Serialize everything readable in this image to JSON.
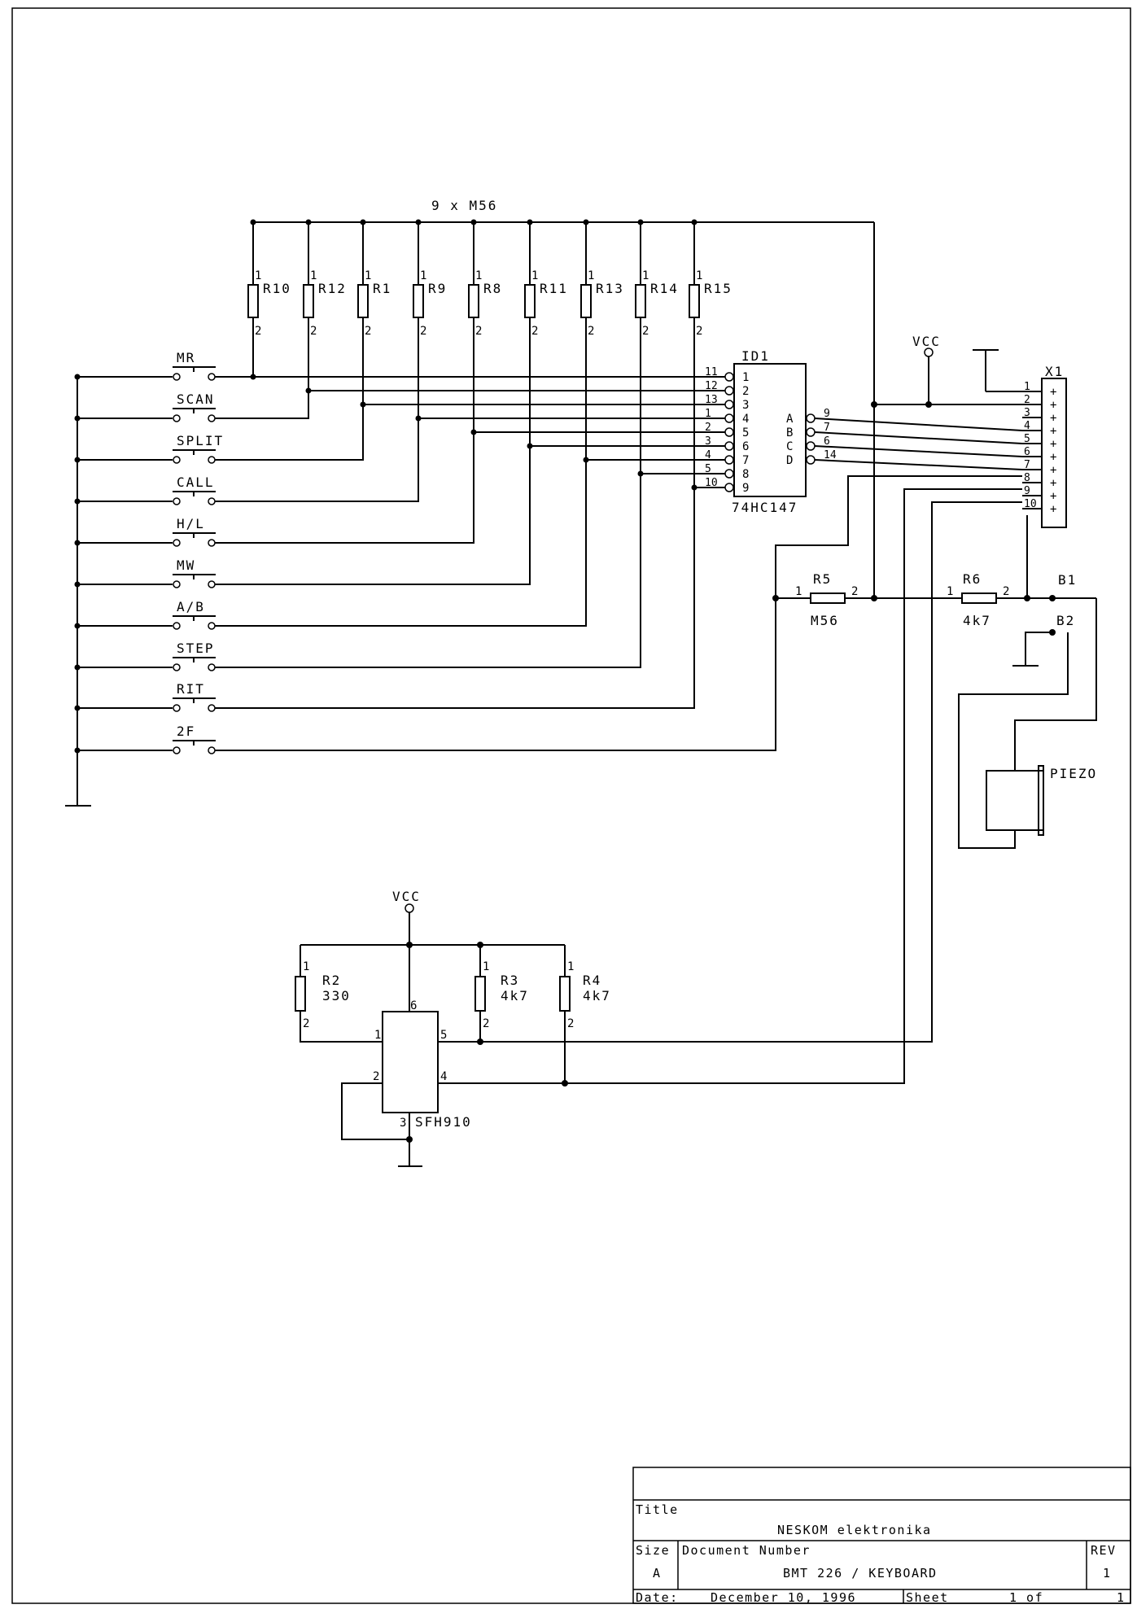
{
  "schematic": {
    "resistor_array_label": "9 x M56",
    "resistors_top": [
      {
        "ref": "R10"
      },
      {
        "ref": "R12"
      },
      {
        "ref": "R1"
      },
      {
        "ref": "R9"
      },
      {
        "ref": "R8"
      },
      {
        "ref": "R11"
      },
      {
        "ref": "R13"
      },
      {
        "ref": "R14"
      },
      {
        "ref": "R15"
      }
    ],
    "switches": [
      "MR",
      "SCAN",
      "SPLIT",
      "CALL",
      "H/L",
      "MW",
      "A/B",
      "STEP",
      "RIT",
      "2F"
    ],
    "encoder": {
      "ref": "ID1",
      "part": "74HC147",
      "input_pins_outer": [
        "11",
        "12",
        "13",
        "1",
        "2",
        "3",
        "4",
        "5",
        "10"
      ],
      "input_pins_inner": [
        "1",
        "2",
        "3",
        "4",
        "5",
        "6",
        "7",
        "8",
        "9"
      ],
      "outputs": [
        "A",
        "B",
        "C",
        "D"
      ],
      "output_pins": [
        "9",
        "7",
        "6",
        "14"
      ]
    },
    "vcc_label": "VCC",
    "connector": {
      "ref": "X1",
      "pins": [
        "1",
        "2",
        "3",
        "4",
        "5",
        "6",
        "7",
        "8",
        "9",
        "10"
      ]
    },
    "r5": {
      "ref": "R5",
      "value": "M56",
      "pin1": "1",
      "pin2": "2"
    },
    "r6": {
      "ref": "R6",
      "value": "4k7",
      "pin1": "1",
      "pin2": "2"
    },
    "b1": "B1",
    "b2": "B2",
    "piezo": "PIEZO",
    "optocoupler": {
      "part": "SFH910",
      "pins": {
        "p1": "1",
        "p2": "2",
        "p3": "3",
        "p4": "4",
        "p5": "5",
        "p6": "6"
      }
    },
    "r2": {
      "ref": "R2",
      "value": "330"
    },
    "r3": {
      "ref": "R3",
      "value": "4k7"
    },
    "r4": {
      "ref": "R4",
      "value": "4k7"
    },
    "pin_one": "1",
    "pin_two": "2"
  },
  "title_block": {
    "title_label": "Title",
    "title_value": "NESKOM elektronika",
    "size_label": "Size",
    "size_value": "A",
    "docnum_label": "Document Number",
    "docnum_value": "BMT 226 / KEYBOARD",
    "rev_label": "REV",
    "rev_value": "1",
    "date_label": "Date:",
    "date_value": "December 10, 1996",
    "sheet_label": "Sheet",
    "sheet_value": "1 of",
    "sheet_total": "1"
  }
}
